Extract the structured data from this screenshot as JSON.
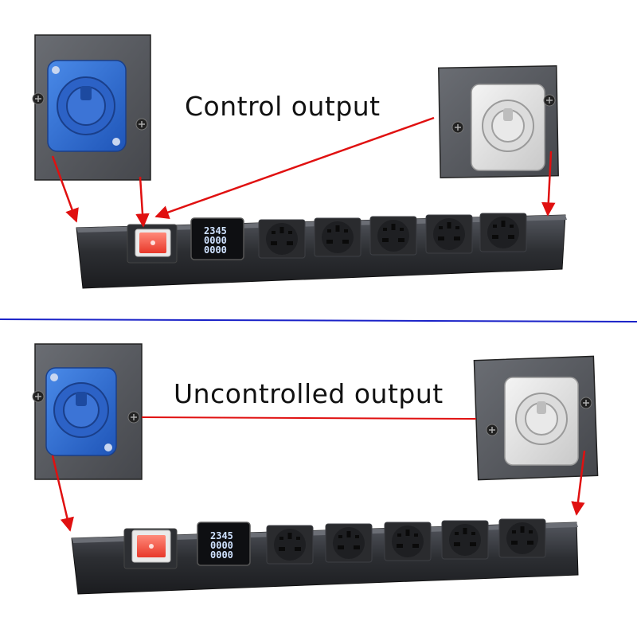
{
  "labels": {
    "top": "Control output",
    "bottom": "Uncontrolled output"
  },
  "meter": {
    "line1": "2345",
    "line2": "0000",
    "line3": "0000"
  },
  "colors": {
    "arrow": "#e01010",
    "divider": "#1a22c8",
    "blue_connector": "#2f72d8",
    "white_connector": "#e6e6e6",
    "panel": "#5a5d63",
    "strip": "#2c2e32",
    "switch": "#ff5a4a",
    "display_text": "#cfe2ff"
  },
  "icons": {
    "connector_front": "powercon-connector-icon",
    "socket": "universal-socket-icon",
    "screw": "screw-icon"
  }
}
